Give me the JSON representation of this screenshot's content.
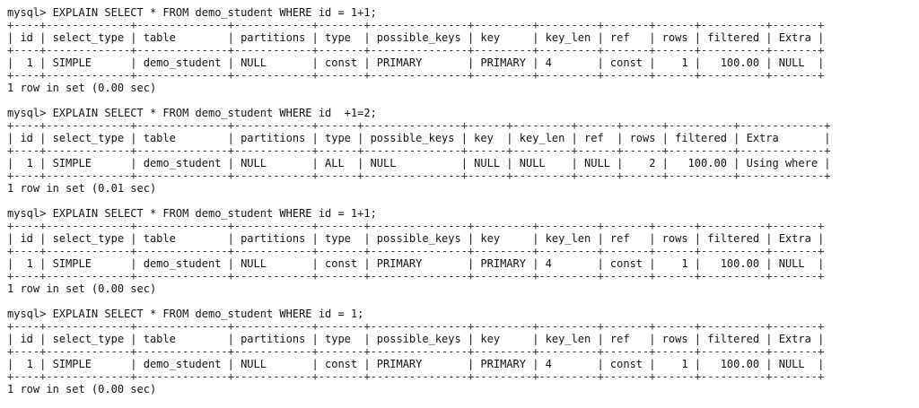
{
  "session": {
    "blocks": [
      {
        "prompt": "mysql> EXPLAIN SELECT * FROM demo_student WHERE id = 1+1;",
        "border": "+----+-------------+--------------+------------+-------+---------------+---------+---------+-------+------+----------+-------+",
        "header": "| id | select_type | table        | partitions | type  | possible_keys | key     | key_len | ref   | rows | filtered | Extra |",
        "row": "|  1 | SIMPLE      | demo_student | NULL       | const | PRIMARY       | PRIMARY | 4       | const |    1 |   100.00 | NULL  |",
        "result": "1 row in set (0.00 sec)"
      },
      {
        "prompt": "mysql> EXPLAIN SELECT * FROM demo_student WHERE id  +1=2;",
        "border": "+----+-------------+--------------+------------+------+---------------+------+---------+------+------+----------+-------------+",
        "header": "| id | select_type | table        | partitions | type | possible_keys | key  | key_len | ref  | rows | filtered | Extra       |",
        "row": "|  1 | SIMPLE      | demo_student | NULL       | ALL  | NULL          | NULL | NULL    | NULL |    2 |   100.00 | Using where |",
        "result": "1 row in set (0.01 sec)"
      },
      {
        "prompt": "mysql> EXPLAIN SELECT * FROM demo_student WHERE id = 1+1;",
        "border": "+----+-------------+--------------+------------+-------+---------------+---------+---------+-------+------+----------+-------+",
        "header": "| id | select_type | table        | partitions | type  | possible_keys | key     | key_len | ref   | rows | filtered | Extra |",
        "row": "|  1 | SIMPLE      | demo_student | NULL       | const | PRIMARY       | PRIMARY | 4       | const |    1 |   100.00 | NULL  |",
        "result": "1 row in set (0.00 sec)"
      },
      {
        "prompt": "mysql> EXPLAIN SELECT * FROM demo_student WHERE id = 1;",
        "border": "+----+-------------+--------------+------------+-------+---------------+---------+---------+-------+------+----------+-------+",
        "header": "| id | select_type | table        | partitions | type  | possible_keys | key     | key_len | ref   | rows | filtered | Extra |",
        "row": "|  1 | SIMPLE      | demo_student | NULL       | const | PRIMARY       | PRIMARY | 4       | const |    1 |   100.00 | NULL  |",
        "result": "1 row in set (0.00 sec)"
      }
    ]
  }
}
